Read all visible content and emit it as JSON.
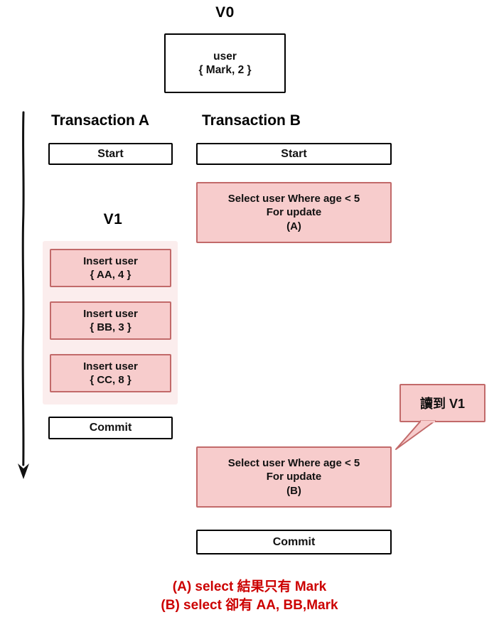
{
  "diagram": {
    "version_top": {
      "label": "V0",
      "box": {
        "line1": "user",
        "line2": "{ Mark, 2 }"
      }
    },
    "columns": [
      {
        "title": "Transaction A"
      },
      {
        "title": "Transaction B"
      }
    ],
    "transaction_a": {
      "start_label": "Start",
      "version_label": "V1",
      "inserts": [
        {
          "line1": "Insert user",
          "line2": "{ AA, 4 }"
        },
        {
          "line1": "Insert user",
          "line2": "{ BB, 3 }"
        },
        {
          "line1": "Insert user",
          "line2": "{ CC, 8 }"
        }
      ],
      "commit_label": "Commit"
    },
    "transaction_b": {
      "start_label": "Start",
      "select_a": {
        "line1": "Select user Where age < 5",
        "line2": "For update",
        "line3": "(A)"
      },
      "select_b": {
        "line1": "Select user Where age < 5",
        "line2": "For update",
        "line3": "(B)"
      },
      "commit_label": "Commit"
    },
    "callout": {
      "text": "讀到 V1"
    },
    "caption": {
      "line1": "(A) select 結果只有 Mark",
      "line2": "(B) select 卻有 AA, BB,Mark"
    },
    "colors": {
      "pink_fill": "#f7cccc",
      "pink_border": "#c26a6a",
      "group_fill": "#fbeded",
      "caption_red": "#cc0000",
      "outline": "#000000"
    },
    "timeline": {
      "name": "time-arrow-down"
    }
  }
}
